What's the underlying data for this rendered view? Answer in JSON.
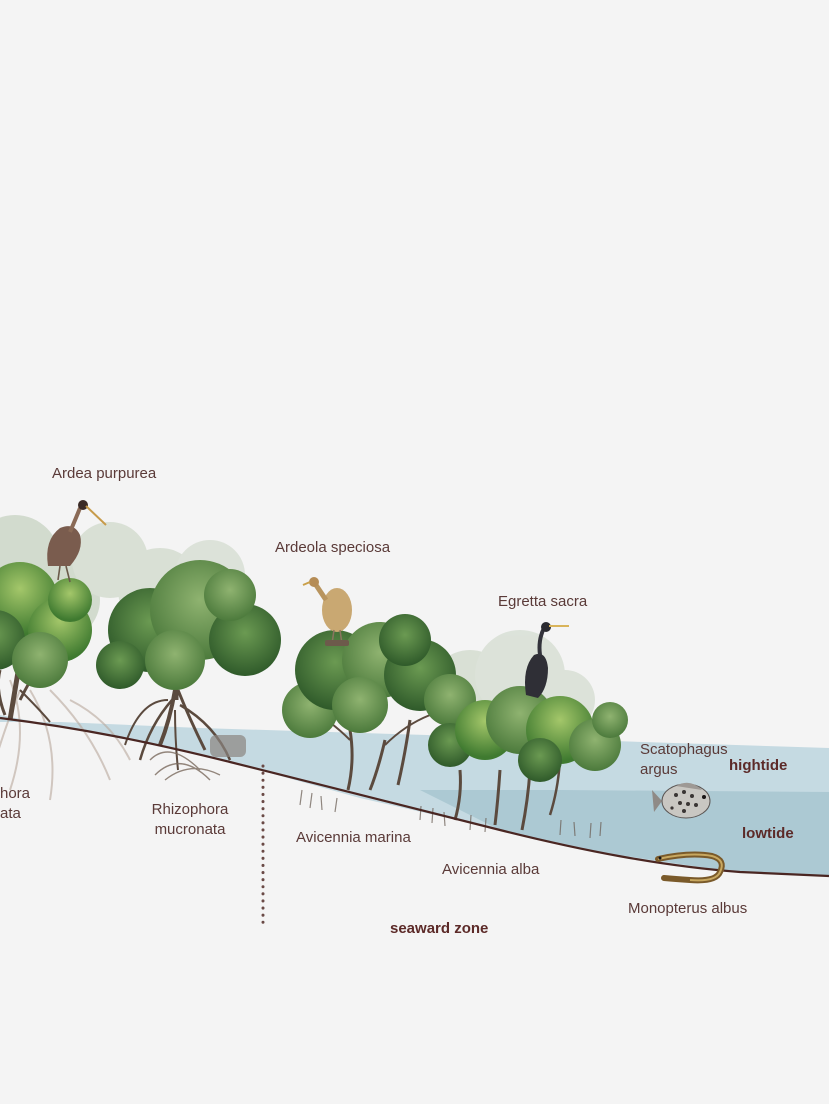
{
  "labels": {
    "ardea_purpurea": "Ardea purpurea",
    "ardeola_speciosa": "Ardeola speciosa",
    "egretta_sacra": "Egretta sacra",
    "scatophagus_line1": "Scatophagus",
    "scatophagus_line2": "argus",
    "hightide": "hightide",
    "lowtide": "lowtide",
    "rhizophora_partial_line1": "hora",
    "rhizophora_partial_line2": "ata",
    "rhizophora_mucronata_line1": "Rhizophora",
    "rhizophora_mucronata_line2": "mucronata",
    "avicennia_marina": "Avicennia marina",
    "avicennia_alba": "Avicennia alba",
    "monopterus_albus": "Monopterus albus",
    "seaward_zone": "seaward zone"
  },
  "colors": {
    "background": "#f4f4f4",
    "water": "#b9d3dc",
    "water_deep": "#a9c8d3",
    "ground_line": "#4a2622",
    "text": "#5a3a38",
    "tree_dark": "#3f6a34",
    "tree_mid": "#5e8a49",
    "tree_light": "#a9bfa2",
    "trunk": "#5b4a3e"
  },
  "icons": [
    "purple-heron-icon",
    "pond-heron-icon",
    "reef-egret-icon",
    "spotted-scat-fish-icon",
    "swamp-eel-icon"
  ]
}
